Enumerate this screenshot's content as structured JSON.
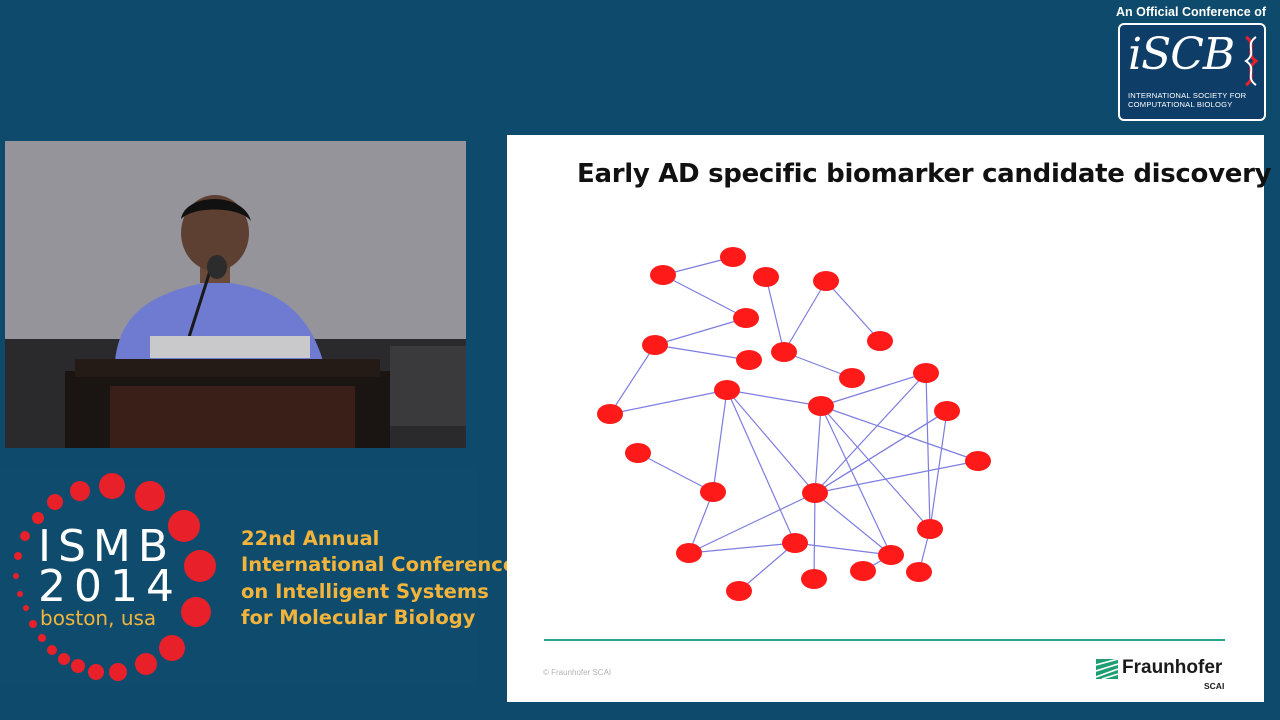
{
  "iscb": {
    "caption": "An Official Conference of",
    "mark": "iSCB",
    "subtitle_line1": "INTERNATIONAL SOCIETY FOR",
    "subtitle_line2": "COMPUTATIONAL BIOLOGY"
  },
  "ismb": {
    "title": "ISMB",
    "year": "2014",
    "place": "boston, usa",
    "conference_lines": [
      "22nd Annual",
      "International Conference",
      "on Intelligent Systems",
      "for Molecular Biology"
    ],
    "accent_color": "#f3b43b",
    "dot_color": "#e8202a"
  },
  "slide": {
    "title": "Early AD specific biomarker candidate discovery",
    "copyright": "© Fraunhofer SCAI",
    "logo_word": "Fraunhofer",
    "logo_sub": "SCAI",
    "node_color": "#ff1a1a",
    "edge_color": "#7d7de0",
    "rule_color": "#2aa88c"
  },
  "colors": {
    "background": "#0d4a6b"
  }
}
